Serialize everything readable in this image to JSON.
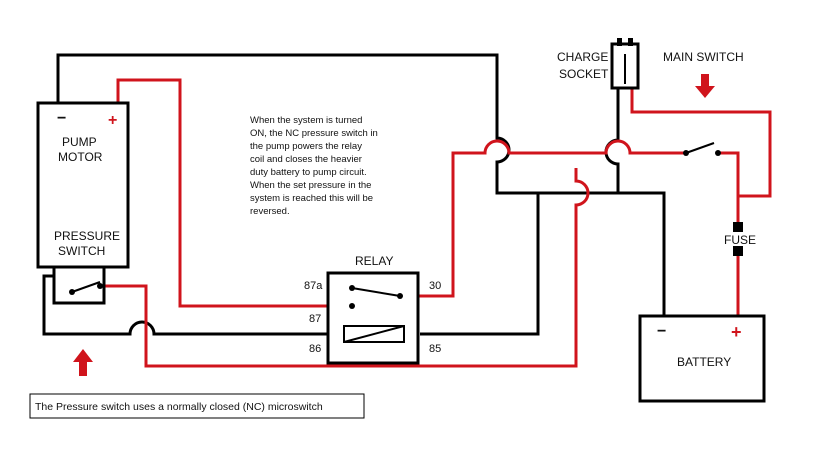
{
  "colors": {
    "black_wire": "#000000",
    "red_wire": "#d0141c",
    "arrow": "#d0141c"
  },
  "labels": {
    "pump_motor": [
      "PUMP",
      "MOTOR"
    ],
    "pressure_switch": [
      "PRESSURE",
      "SWITCH"
    ],
    "charge_socket": [
      "CHARGE",
      "SOCKET"
    ],
    "main_switch": "MAIN SWITCH",
    "relay": "RELAY",
    "fuse": "FUSE",
    "battery": "BATTERY",
    "relay_pins": {
      "p87a": "87a",
      "p87": "87",
      "p86": "86",
      "p30": "30",
      "p85": "85"
    },
    "pump_negative": "−",
    "pump_positive": "+",
    "battery_negative": "−",
    "battery_positive": "+"
  },
  "description": [
    "When the system is turned",
    "ON, the NC pressure switch in",
    "the pump powers the relay",
    "coil and closes the heavier",
    "duty battery to pump circuit.",
    "When the set pressure in the",
    "system is reached this will be",
    "reversed."
  ],
  "caption": "The Pressure switch uses a normally closed (NC) microswitch",
  "icons": [
    "arrow-down-icon",
    "arrow-up-icon",
    "switch-contact-icon",
    "fuse-icon",
    "relay-coil-icon",
    "charge-plug-icon"
  ]
}
